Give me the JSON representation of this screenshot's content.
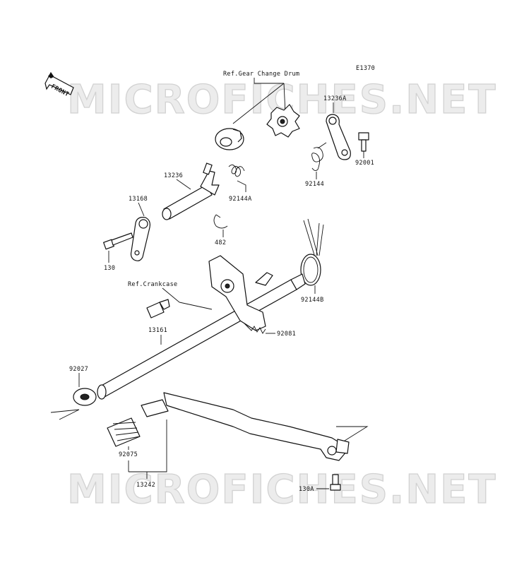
{
  "diagram_code": "E1370",
  "front_badge": "FRONT",
  "watermark": "MICROFICHES.NET",
  "labels": {
    "ref_gear_change_drum": "Ref.Gear Change Drum",
    "p13236A": "13236A",
    "p13236": "13236",
    "p13168": "13168",
    "p92001": "92001",
    "p92144A": "92144A",
    "p92144": "92144",
    "p482": "482",
    "p130": "130",
    "ref_crankcase": "Ref.Crankcase",
    "p92144B": "92144B",
    "p13161": "13161",
    "p92081": "92081",
    "p92027": "92027",
    "p92075": "92075",
    "p13242": "13242",
    "p130A": "130A"
  }
}
